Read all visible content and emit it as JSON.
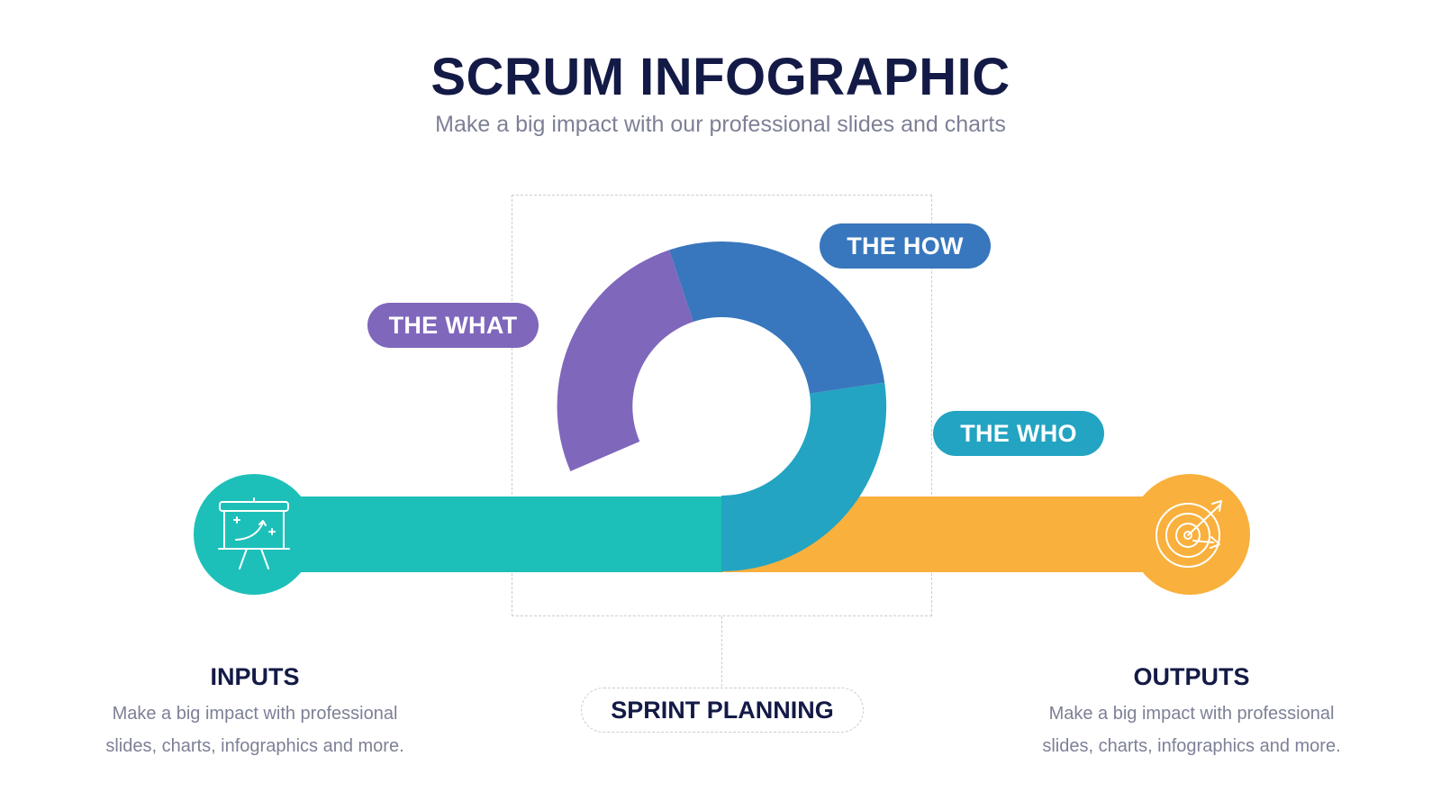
{
  "header": {
    "title": "SCRUM INFOGRAPHIC",
    "subtitle": "Make a big impact with our professional slides and charts"
  },
  "segments": {
    "what": "THE WHAT",
    "how": "THE HOW",
    "who": "THE WHO"
  },
  "center_label": "SPRINT PLANNING",
  "inputs": {
    "title": "INPUTS",
    "desc_line1": "Make a big impact with professional",
    "desc_line2": "slides, charts, infographics and more."
  },
  "outputs": {
    "title": "OUTPUTS",
    "desc_line1": "Make a big impact with professional",
    "desc_line2": "slides, charts, infographics and more."
  },
  "icons": {
    "inputs": "presentation-board-icon",
    "outputs": "target-arrow-icon"
  },
  "colors": {
    "title": "#141a46",
    "text": "#7d8096",
    "what": "#7f67bc",
    "how": "#3877bd",
    "who": "#23a4c2",
    "inputs": "#1dc0b8",
    "outputs": "#f9b03c"
  }
}
